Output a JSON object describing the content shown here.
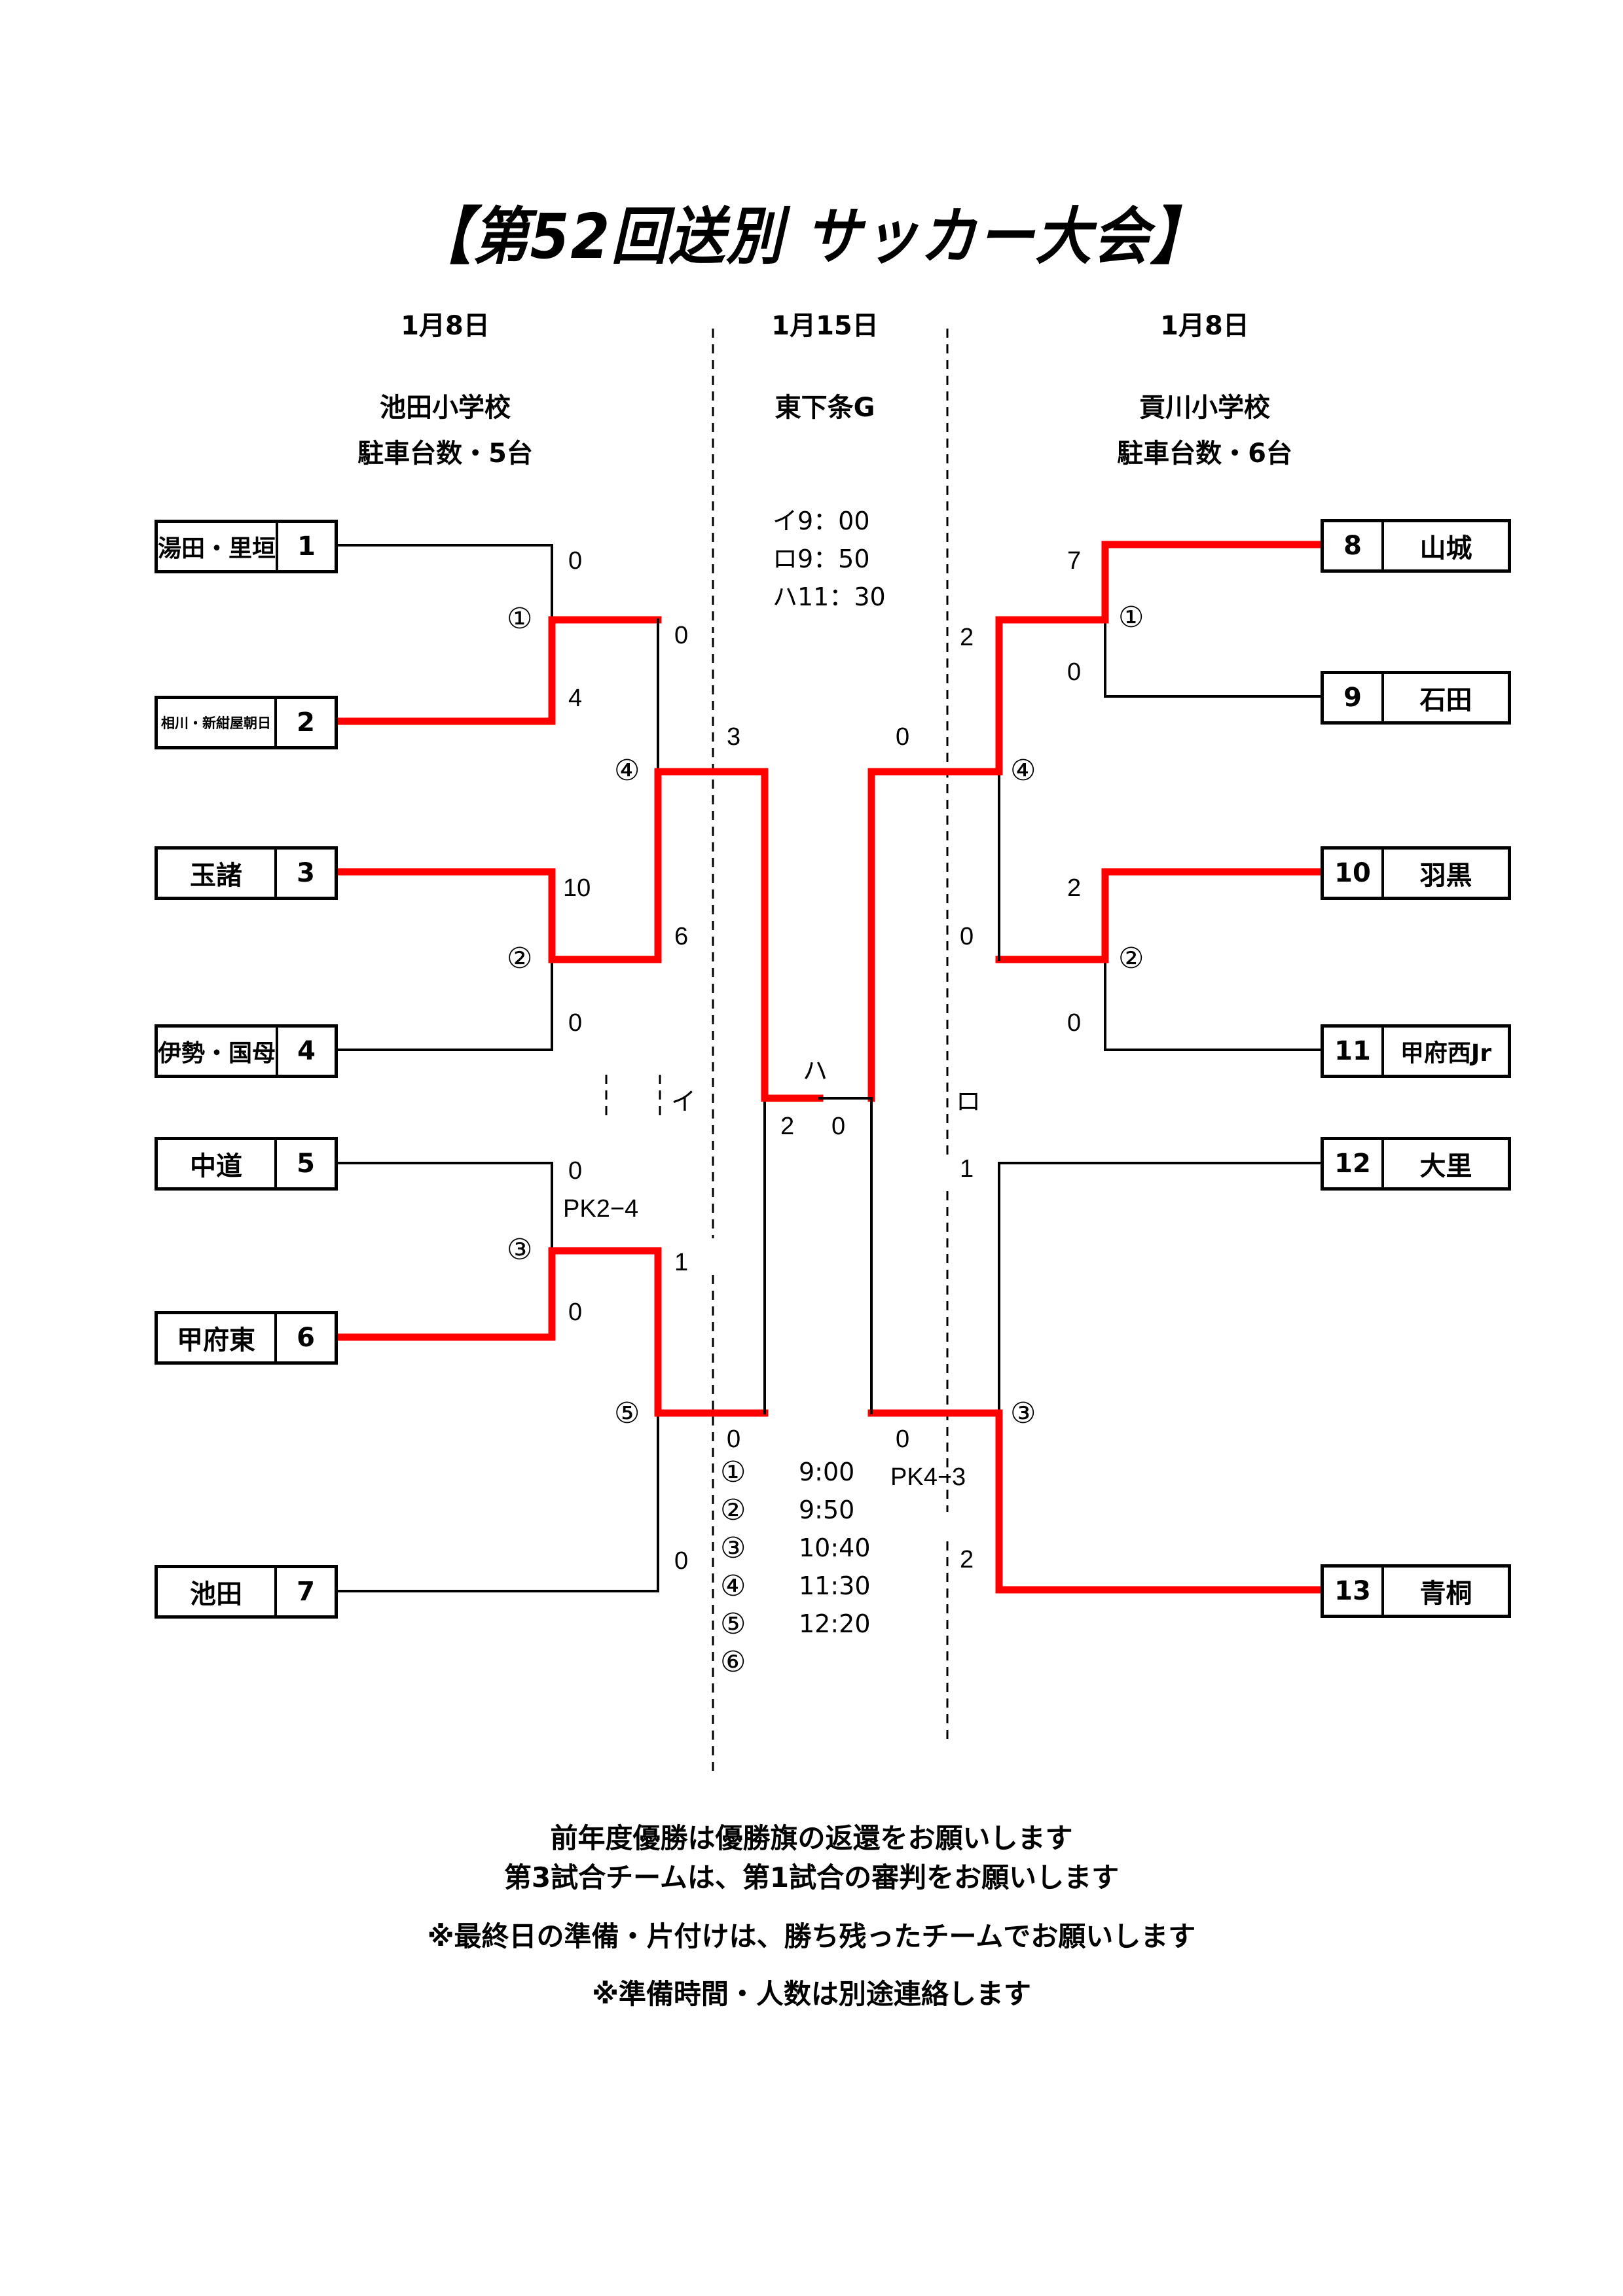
{
  "title": "【第52回送別 サッカー大会】",
  "colors": {
    "winner_line": "#ff0000",
    "line": "#000000"
  },
  "left_header": {
    "date": "1月8日",
    "venue": "池田小学校",
    "parking": "駐車台数・5台"
  },
  "center_header": {
    "date": "1月15日",
    "venue": "東下条G",
    "times": [
      "イ9：00",
      "ロ9：50",
      "ハ11：30"
    ]
  },
  "right_header": {
    "date": "1月8日",
    "venue": "貢川小学校",
    "parking": "駐車台数・6台"
  },
  "left_teams": [
    {
      "num": "1",
      "name": "湯田・里垣"
    },
    {
      "num": "2",
      "name": "相川・新紺屋朝日"
    },
    {
      "num": "3",
      "name": "玉諸"
    },
    {
      "num": "4",
      "name": "伊勢・国母"
    },
    {
      "num": "5",
      "name": "中道"
    },
    {
      "num": "6",
      "name": "甲府東"
    },
    {
      "num": "7",
      "name": "池田"
    }
  ],
  "right_teams": [
    {
      "num": "8",
      "name": "山城"
    },
    {
      "num": "9",
      "name": "石田"
    },
    {
      "num": "10",
      "name": "羽黒"
    },
    {
      "num": "11",
      "name": "甲府西Jr"
    },
    {
      "num": "12",
      "name": "大里"
    },
    {
      "num": "13",
      "name": "青桐"
    }
  ],
  "match_labels": {
    "left": [
      "①",
      "②",
      "③",
      "④",
      "⑤"
    ],
    "right": [
      "①",
      "②",
      "③",
      "④"
    ],
    "final_groups": {
      "i": "イ",
      "ro": "ロ",
      "ha": "ハ"
    }
  },
  "scores": {
    "L1_top": "0",
    "L1_bot": "4",
    "L2_top": "10",
    "L2_bot": "0",
    "L3_top": "0",
    "L3_pk": "PK2−4",
    "L3_bot": "0",
    "L4_top": "0",
    "L4_bot": "6",
    "L5_top": "1",
    "L5_bot": "0",
    "Li_top": "3",
    "Li_bot": "0",
    "R1_top": "7",
    "R1_bot": "0",
    "R2_top": "2",
    "R2_bot": "0",
    "R3_top": "1",
    "R3_bot": "2",
    "R4_top": "2",
    "R4_bot": "0",
    "Rro_top": "0",
    "Rro_bot": "0",
    "Rro_pk": "PK4−3",
    "final_left": "2",
    "final_right": "0"
  },
  "schedule": [
    {
      "match": "①",
      "time": "9:00"
    },
    {
      "match": "②",
      "time": "9:50"
    },
    {
      "match": "③",
      "time": "10:40"
    },
    {
      "match": "④",
      "time": "11:30"
    },
    {
      "match": "⑤",
      "time": "12:20"
    },
    {
      "match": "⑥",
      "time": ""
    }
  ],
  "notes": [
    "前年度優勝は優勝旗の返還をお願いします",
    "第3試合チームは、第1試合の審判をお願いします",
    "※最終日の準備・片付けは、勝ち残ったチームでお願いします",
    "※準備時間・人数は別途連絡します"
  ]
}
